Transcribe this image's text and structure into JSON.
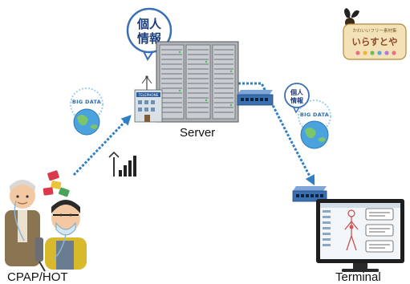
{
  "labels": {
    "server": "Server",
    "terminal": "Terminal",
    "cpap": "CPAP/HOT",
    "big_data": "BIG DATA",
    "personal_info_line1": "個人",
    "personal_info_line2": "情報",
    "telephone_sign": "TELEPHONE",
    "logo_small": "かわいいフリー素材集",
    "logo_main": "いらすとや"
  },
  "colors": {
    "arrow": "#2f7fc4",
    "server_body": "#bfc3c8",
    "globe_ocean": "#4aa3df",
    "globe_land": "#7cc56a",
    "switch_blue": "#3a6fb0"
  }
}
